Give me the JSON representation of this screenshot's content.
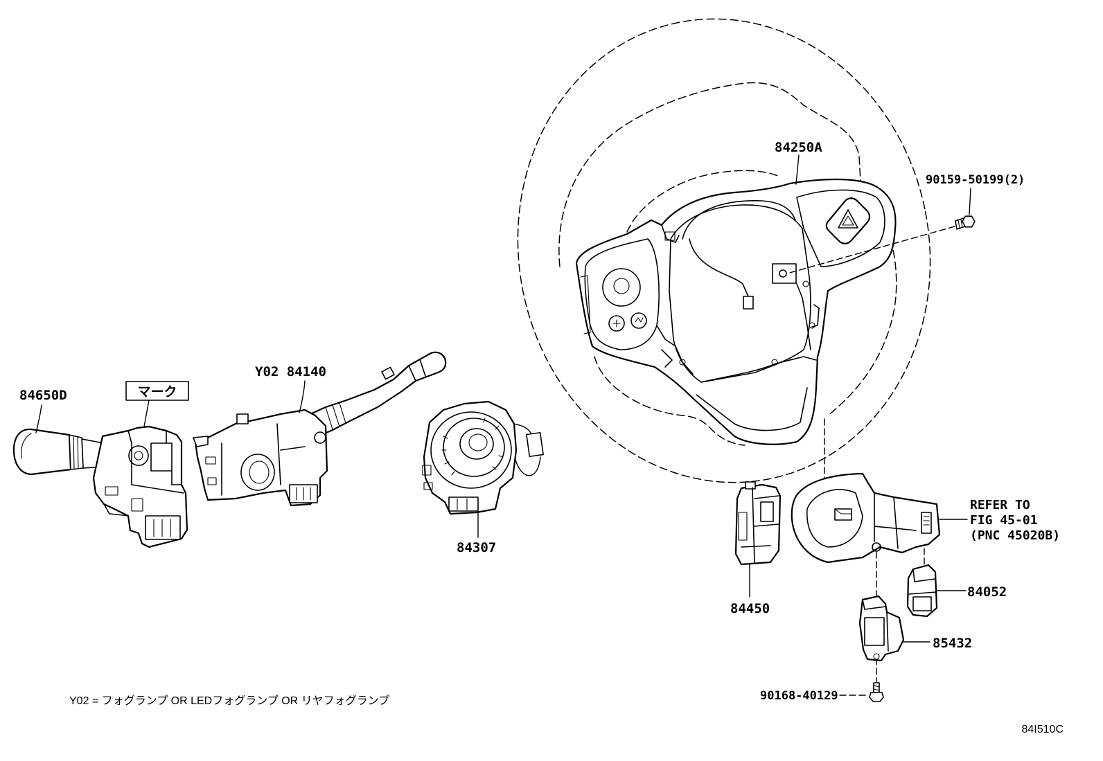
{
  "callouts": [
    {
      "text": "84250A"
    },
    {
      "text": "90159-50199(2)"
    },
    {
      "text": "84650D"
    },
    {
      "text": "マーク"
    },
    {
      "text": "Y02 84140"
    },
    {
      "text": "84307"
    },
    {
      "text": "84450"
    },
    {
      "text": "84052"
    },
    {
      "text": "85432"
    },
    {
      "text": "90168-40129"
    }
  ],
  "reference": {
    "line1": "REFER TO",
    "line2": "FIG 45-01",
    "line3": "(PNC 45020B)"
  },
  "note": "Y02 = フォグランプ OR LEDフォグランプ OR リヤフォグランプ",
  "figure_id": "84I510C",
  "colors": {
    "line": "#000000",
    "background": "#ffffff"
  }
}
